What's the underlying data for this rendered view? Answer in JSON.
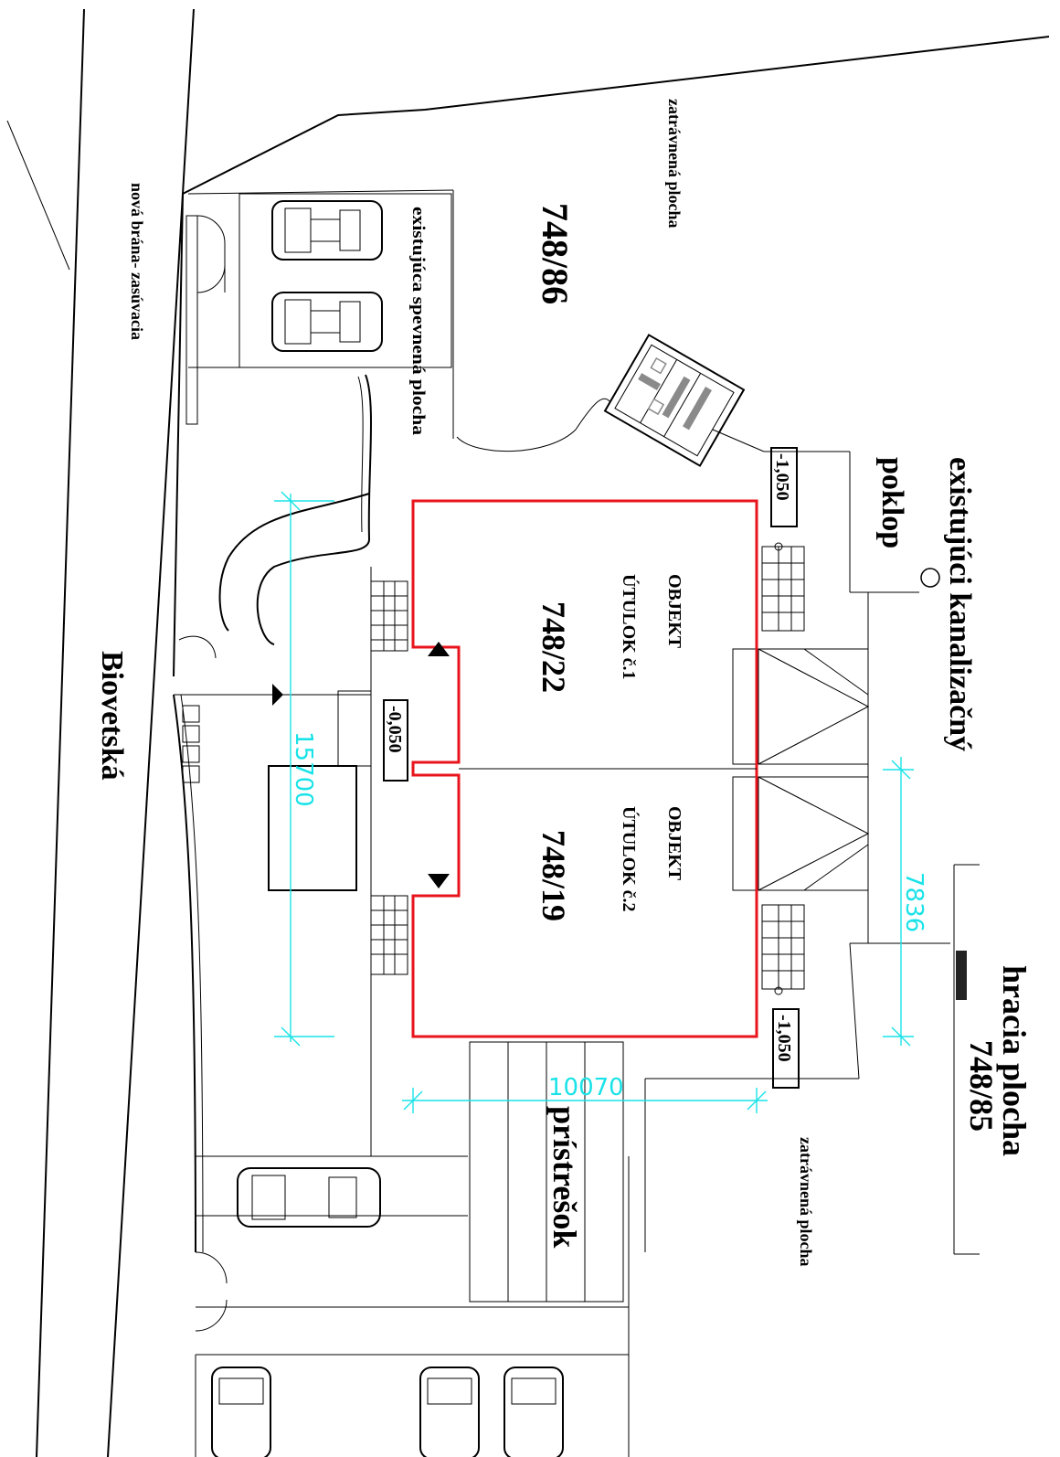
{
  "labels": {
    "street": "Biovetská",
    "gate": "nová brána- zasúvacia",
    "paved_area": "existujúca spevnená plocha",
    "lawn_top": "zatrávnená plocha",
    "lawn_bottom": "zatrávnená plocha",
    "parcel_top": "748/86",
    "manhole_line1": "existujúci kanalizačný",
    "manhole_line2": "poklop",
    "building1_l1": "OBJEKT",
    "building1_l2": "ÚTULOK č.1",
    "building1_num": "748/22",
    "building2_l1": "OBJEKT",
    "building2_l2": "ÚTULOK č.2",
    "building2_num": "748/19",
    "canopy": "prístrešok",
    "playground_l1": "hracia plocha",
    "playground_l2": "748/85",
    "level_top": "-1,050",
    "level_mid": "-0,050",
    "level_bottom": "-1,050"
  },
  "dimensions": {
    "length": "15700",
    "width": "10070",
    "side": "7836"
  },
  "colors": {
    "building_outline": "#e8141c",
    "dimension": "#19e3e8",
    "linework": "#000000"
  }
}
